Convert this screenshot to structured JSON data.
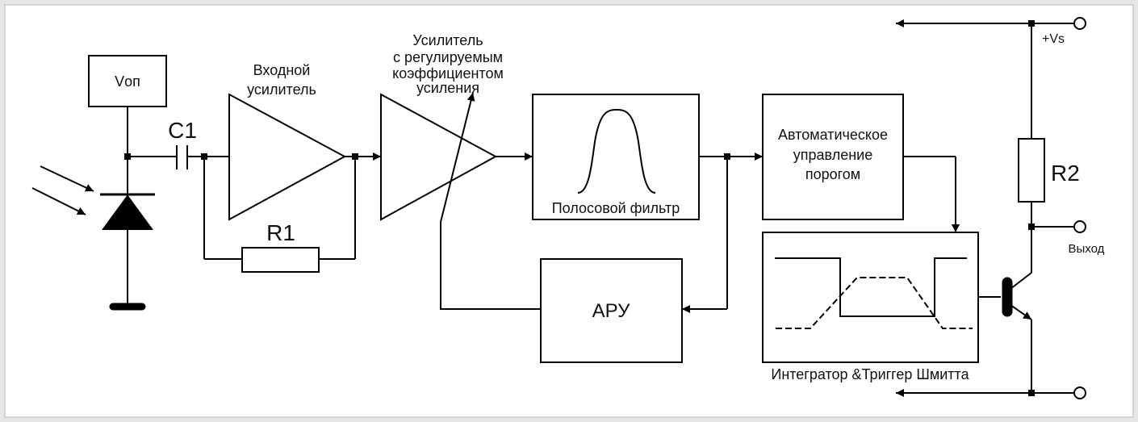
{
  "diagram": {
    "labels": {
      "vop": "Vоп",
      "c1": "C1",
      "r1": "R1",
      "r2": "R2",
      "input_amp_line1": "Входной",
      "input_amp_line2": "усилитель",
      "vga_line1": "Усилитель",
      "vga_line2": "с регулируемым",
      "vga_line3": "коэффициентом",
      "vga_line4": "усиления",
      "bandpass": "Полосовой фильтр",
      "threshold_line1": "Автоматическое",
      "threshold_line2": "управление",
      "threshold_line3": "порогом",
      "agc": "АРУ",
      "integrator": "Интегратор &Триггер Шмитта",
      "vs": "+Vs",
      "output": "Выход"
    },
    "colors": {
      "background": "#e7e7e7",
      "panel": "#ffffff",
      "border": "#c8c8c8",
      "stroke": "#000000"
    }
  }
}
